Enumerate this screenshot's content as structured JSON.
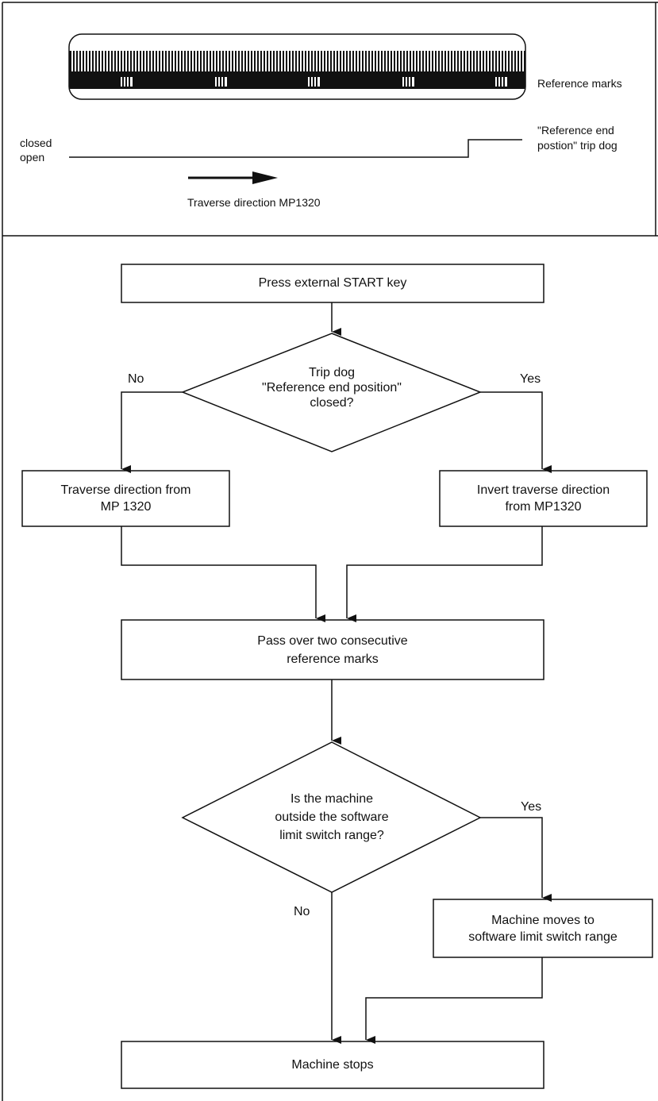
{
  "scale_panel": {
    "reference_marks_label": "Reference marks",
    "switch_closed_label": "closed",
    "switch_open_label": "open",
    "trip_dog_label_line1": "\"Reference end",
    "trip_dog_label_line2": "postion\" trip dog",
    "traverse_label": "Traverse direction MP1320"
  },
  "flowchart": {
    "start": "Press external START key",
    "decision1": {
      "line1": "Trip dog",
      "line2": "\"Reference end position\"",
      "line3": "closed?",
      "no_label": "No",
      "yes_label": "Yes"
    },
    "box_no": {
      "line1": "Traverse direction from",
      "line2": "MP 1320"
    },
    "box_yes": {
      "line1": "Invert traverse direction",
      "line2": "from MP1320"
    },
    "pass_over": {
      "line1": "Pass over two consecutive",
      "line2": "reference marks"
    },
    "decision2": {
      "line1": "Is the machine",
      "line2": "outside the software",
      "line3": "limit switch range?",
      "no_label": "No",
      "yes_label": "Yes"
    },
    "box_move": {
      "line1": "Machine moves to",
      "line2": "software limit switch range"
    },
    "end": "Machine stops"
  }
}
